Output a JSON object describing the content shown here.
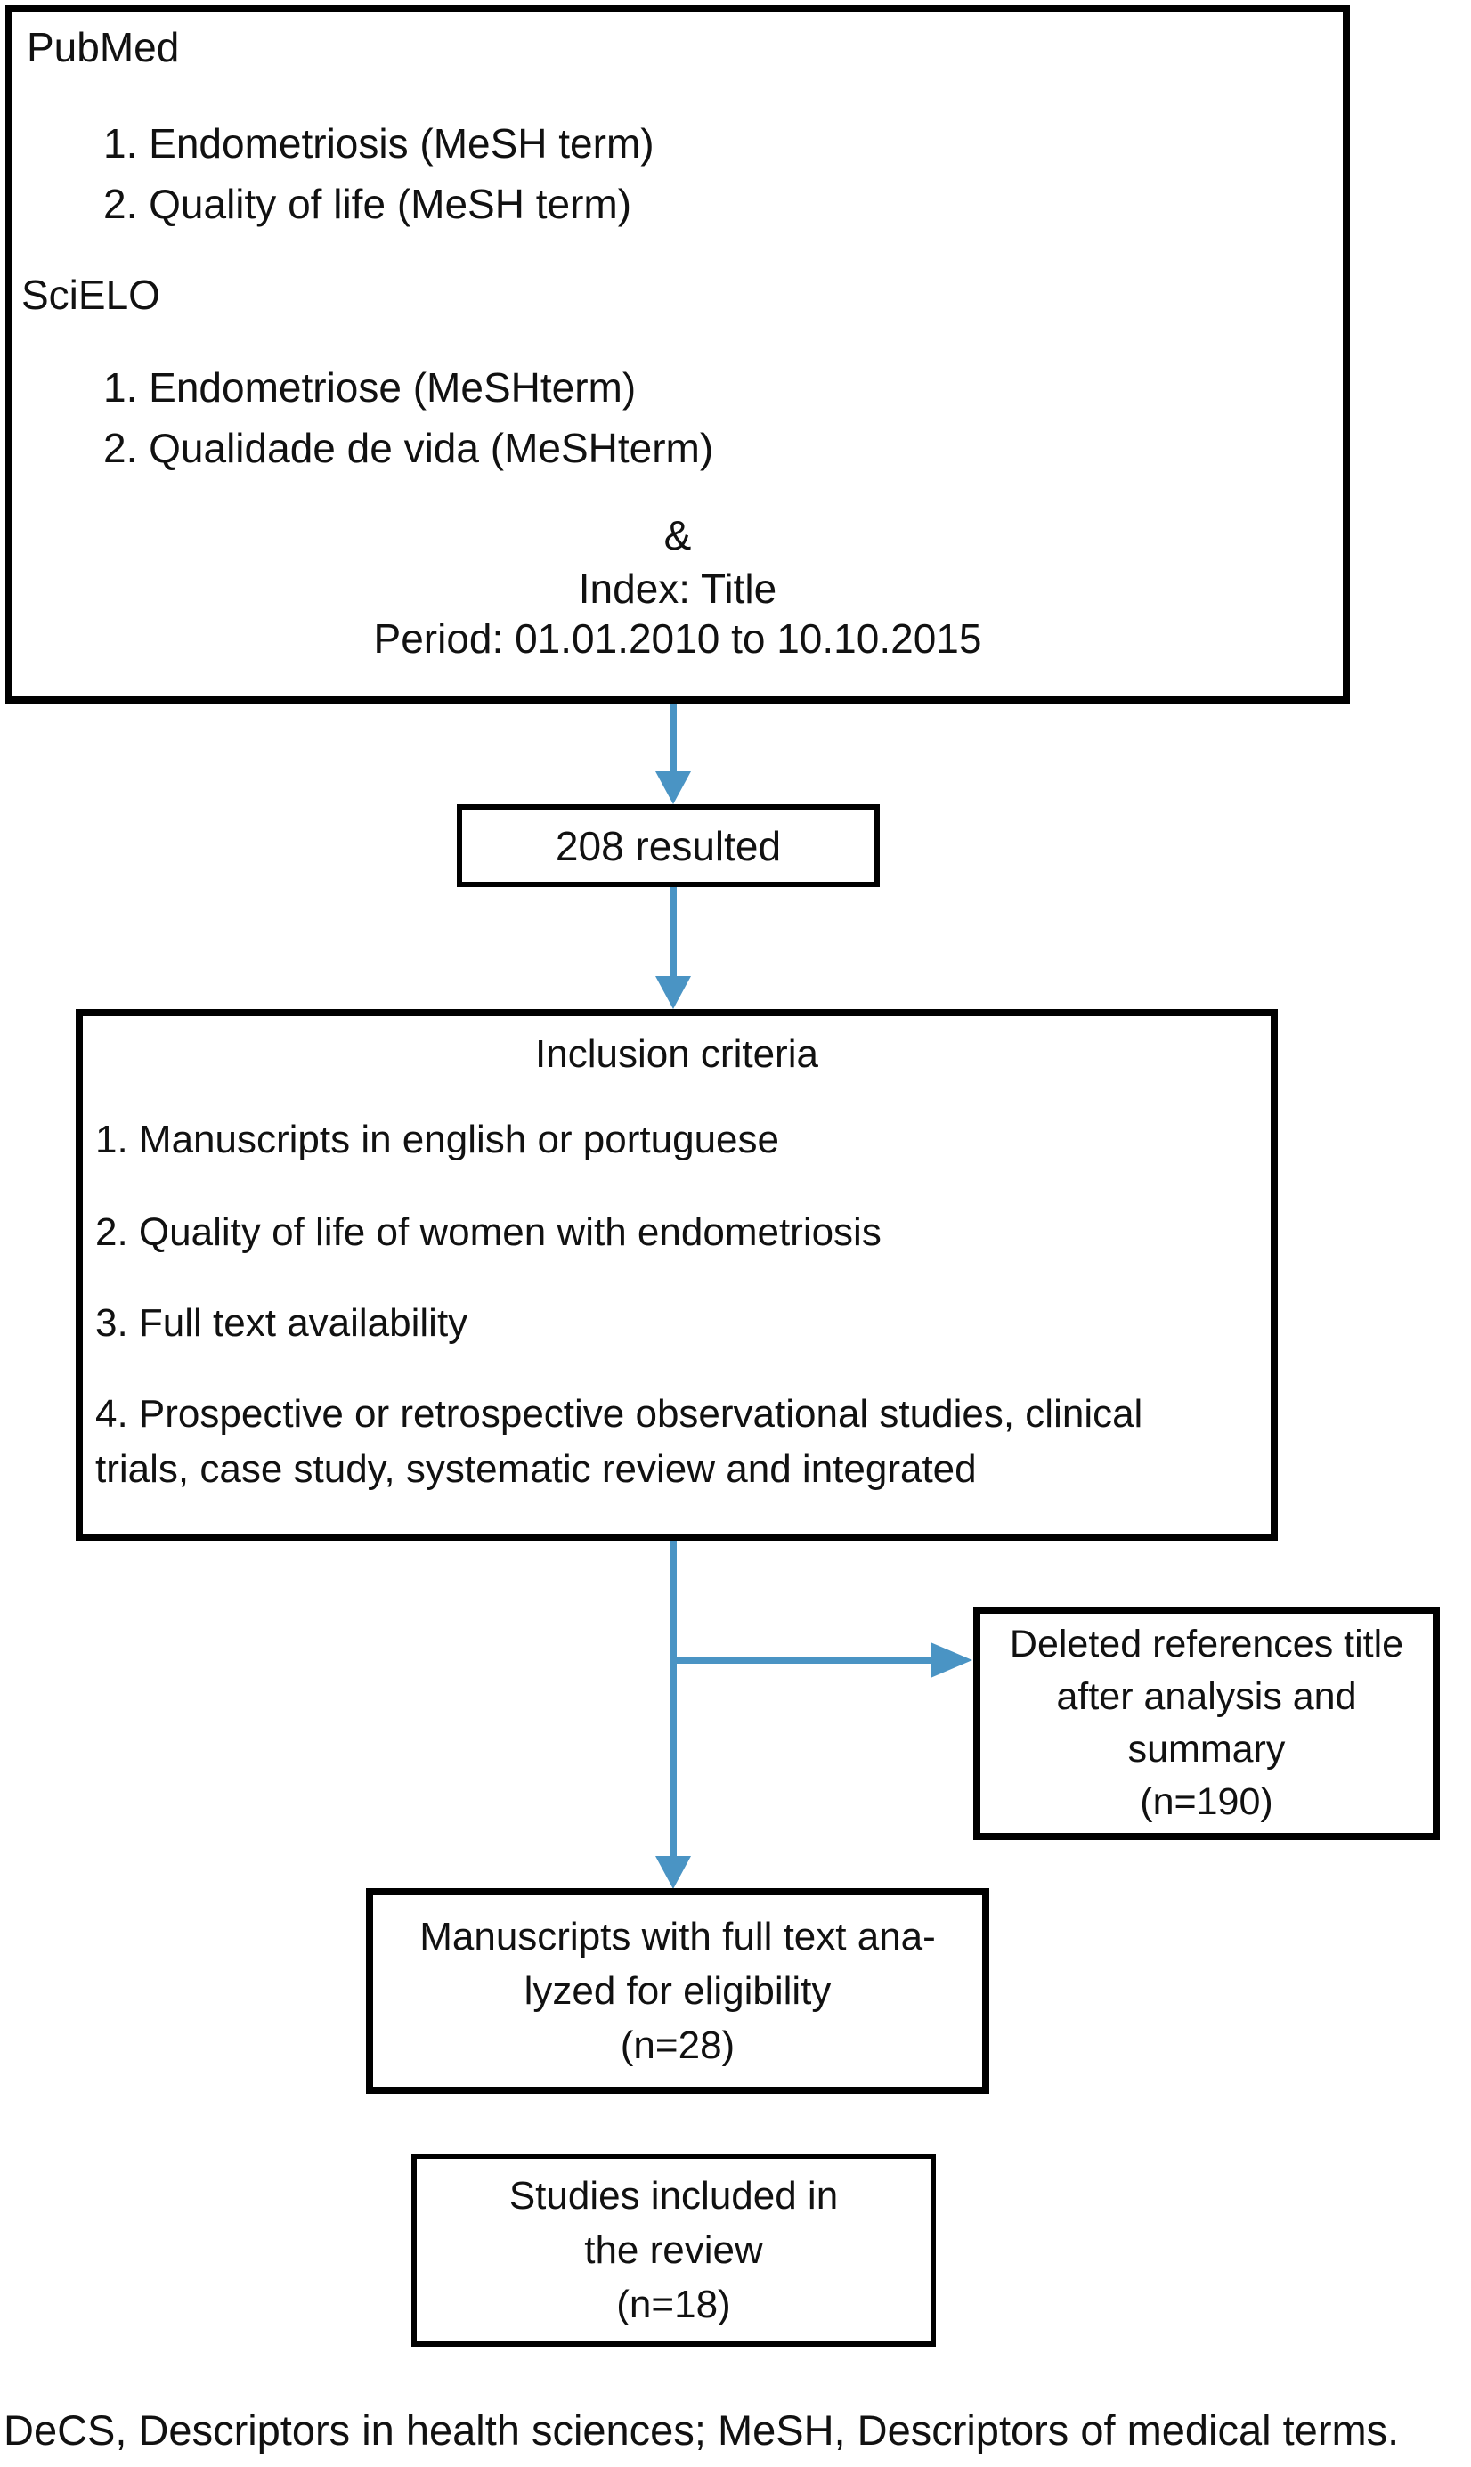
{
  "database_box": {
    "pubmed_label": "PubMed",
    "pubmed_items": {
      "item1": "1. Endometriosis (MeSH term)",
      "item2": "2. Quality of life (MeSH term)"
    },
    "scielo_label": "SciELO",
    "scielo_items": {
      "item1": "1. Endometriose (MeSHterm)",
      "item2": "2. Qualidade de vida (MeSHterm)"
    },
    "operator": "&",
    "index_line": "Index: Title",
    "period_line": "Period: 01.01.2010 to 10.10.2015"
  },
  "results_box": {
    "label": "208 resulted"
  },
  "inclusion_box": {
    "title": "Inclusion criteria",
    "item1": "1. Manuscripts in english or portuguese",
    "item2": "2. Quality of life of women with endometriosis",
    "item3": "3. Full text availability",
    "item4_line1": "4. Prospective or retrospective observational studies, clinical",
    "item4_line2": "trials, case study, systematic review and integrated"
  },
  "deleted_box": {
    "line1": "Deleted references title",
    "line2": "after analysis and",
    "line3": "summary",
    "line4": "(n=190)"
  },
  "eligibility_box": {
    "line1": "Manuscripts with full text ana-",
    "line2": "lyzed for eligibility",
    "line3": "(n=28)"
  },
  "included_box": {
    "line1": "Studies included in",
    "line2": "the review",
    "line3": "(n=18)"
  },
  "caption": {
    "text": "DeCS, Descriptors in health sciences; MeSH, Descriptors of medical terms."
  },
  "colors": {
    "arrow": "#4a94c4",
    "box_border": "#000000",
    "text": "#111111"
  }
}
